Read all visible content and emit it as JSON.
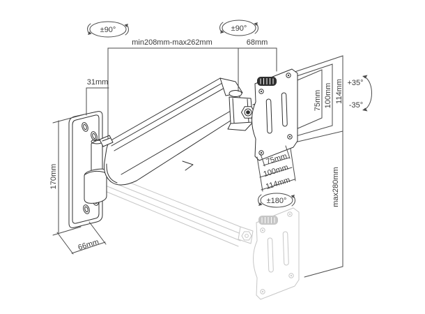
{
  "drawing": {
    "kind": "technical line drawing of a gas-spring wall mount monitor arm",
    "colors": {
      "line": "#2f2f2f",
      "ghost": "#c6c6c6",
      "dimension": "#4a4a4a",
      "background": "#ffffff"
    }
  },
  "annotations": {
    "swivel_wall": "±90°",
    "swivel_head": "±90°",
    "arm_reach": "min208mm-max262mm",
    "head_offset": "68mm",
    "wall_offset": "31mm",
    "wall_plate_height": "170mm",
    "wall_plate_width": "66mm",
    "vesa_vertical": {
      "v75": "75mm",
      "v100": "100mm",
      "v114": "114mm"
    },
    "vesa_horizontal": {
      "h75": "75mm",
      "h100": "100mm",
      "h114": "114mm"
    },
    "tilt_up": "+35°",
    "tilt_down": "-35°",
    "rotation": "±180°",
    "max_height": "max280mm"
  }
}
